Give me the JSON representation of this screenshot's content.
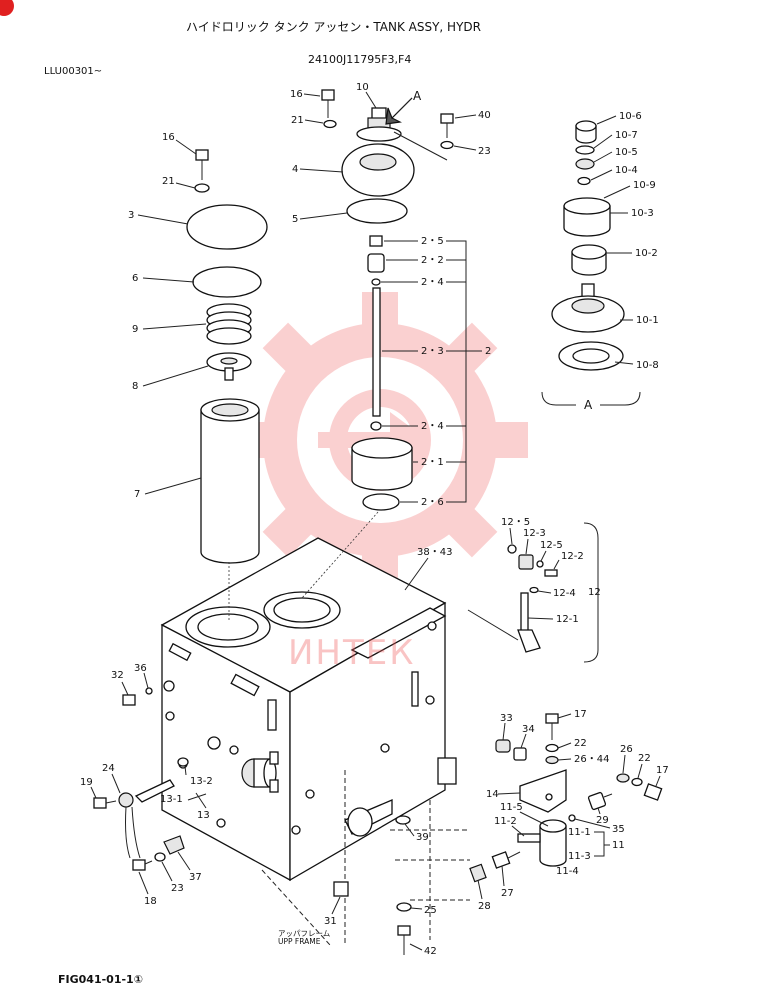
{
  "header": {
    "title": "ハイドロリック タンク アッセン・TANK ASSY, HYDR",
    "part_number": "24100J11795F3,F4",
    "serial": "LLU00301~"
  },
  "footer": {
    "figure_id": "FIG041-01-1①"
  },
  "watermark": {
    "text": "ИНТЕК",
    "color": "#f05a5a"
  },
  "corner_mark_color": "#e02020",
  "notes": {
    "view_a_arrow": "A",
    "view_a_bracket": "A",
    "upper_frame_jp": "アッパフレーム",
    "upper_frame_en": "UPP FRAME"
  },
  "callouts": [
    {
      "id": "c16a",
      "text": "16"
    },
    {
      "id": "c10",
      "text": "10"
    },
    {
      "id": "c40",
      "text": "40"
    },
    {
      "id": "c21a",
      "text": "21"
    },
    {
      "id": "c23a",
      "text": "23"
    },
    {
      "id": "c4",
      "text": "4"
    },
    {
      "id": "c5",
      "text": "5"
    },
    {
      "id": "c16b",
      "text": "16"
    },
    {
      "id": "c21b",
      "text": "21"
    },
    {
      "id": "c3",
      "text": "3"
    },
    {
      "id": "c6",
      "text": "6"
    },
    {
      "id": "c9",
      "text": "9"
    },
    {
      "id": "c8",
      "text": "8"
    },
    {
      "id": "c7",
      "text": "7"
    },
    {
      "id": "c2_5",
      "text": "2・5"
    },
    {
      "id": "c2_2",
      "text": "2・2"
    },
    {
      "id": "c2_4a",
      "text": "2・4"
    },
    {
      "id": "c2_3",
      "text": "2・3"
    },
    {
      "id": "c2",
      "text": "2"
    },
    {
      "id": "c2_4b",
      "text": "2・4"
    },
    {
      "id": "c2_1",
      "text": "2・1"
    },
    {
      "id": "c2_6",
      "text": "2・6"
    },
    {
      "id": "c10_6",
      "text": "10-6"
    },
    {
      "id": "c10_7",
      "text": "10-7"
    },
    {
      "id": "c10_5",
      "text": "10-5"
    },
    {
      "id": "c10_4",
      "text": "10-4"
    },
    {
      "id": "c10_9",
      "text": "10-9"
    },
    {
      "id": "c10_3",
      "text": "10-3"
    },
    {
      "id": "c10_2",
      "text": "10-2"
    },
    {
      "id": "c10_1",
      "text": "10-1"
    },
    {
      "id": "c10_8",
      "text": "10-8"
    },
    {
      "id": "c12_5a",
      "text": "12・5"
    },
    {
      "id": "c12_3",
      "text": "12-3"
    },
    {
      "id": "c12_5b",
      "text": "12-5"
    },
    {
      "id": "c12_2",
      "text": "12-2"
    },
    {
      "id": "c12_4",
      "text": "12-4"
    },
    {
      "id": "c12",
      "text": "12"
    },
    {
      "id": "c12_1",
      "text": "12-1"
    },
    {
      "id": "c38_43",
      "text": "38・43"
    },
    {
      "id": "c32",
      "text": "32"
    },
    {
      "id": "c36",
      "text": "36"
    },
    {
      "id": "c33",
      "text": "33"
    },
    {
      "id": "c34",
      "text": "34"
    },
    {
      "id": "c17a",
      "text": "17"
    },
    {
      "id": "c22a",
      "text": "22"
    },
    {
      "id": "c26_44",
      "text": "26・44"
    },
    {
      "id": "c26",
      "text": "26"
    },
    {
      "id": "c22b",
      "text": "22"
    },
    {
      "id": "c17b",
      "text": "17"
    },
    {
      "id": "c14",
      "text": "14"
    },
    {
      "id": "c29",
      "text": "29"
    },
    {
      "id": "c11_5",
      "text": "11-5"
    },
    {
      "id": "c35",
      "text": "35"
    },
    {
      "id": "c11_2",
      "text": "11-2"
    },
    {
      "id": "c11_1",
      "text": "11-1"
    },
    {
      "id": "c11",
      "text": "11"
    },
    {
      "id": "c11_3",
      "text": "11-3"
    },
    {
      "id": "c11_4",
      "text": "11-4"
    },
    {
      "id": "c19",
      "text": "19"
    },
    {
      "id": "c24",
      "text": "24"
    },
    {
      "id": "c13_1",
      "text": "13-1"
    },
    {
      "id": "c13_2",
      "text": "13-2"
    },
    {
      "id": "c13",
      "text": "13"
    },
    {
      "id": "c18",
      "text": "18"
    },
    {
      "id": "c23b",
      "text": "23"
    },
    {
      "id": "c37",
      "text": "37"
    },
    {
      "id": "c39",
      "text": "39"
    },
    {
      "id": "c31",
      "text": "31"
    },
    {
      "id": "c25",
      "text": "25"
    },
    {
      "id": "c27",
      "text": "27"
    },
    {
      "id": "c28",
      "text": "28"
    },
    {
      "id": "c42",
      "text": "42"
    }
  ]
}
